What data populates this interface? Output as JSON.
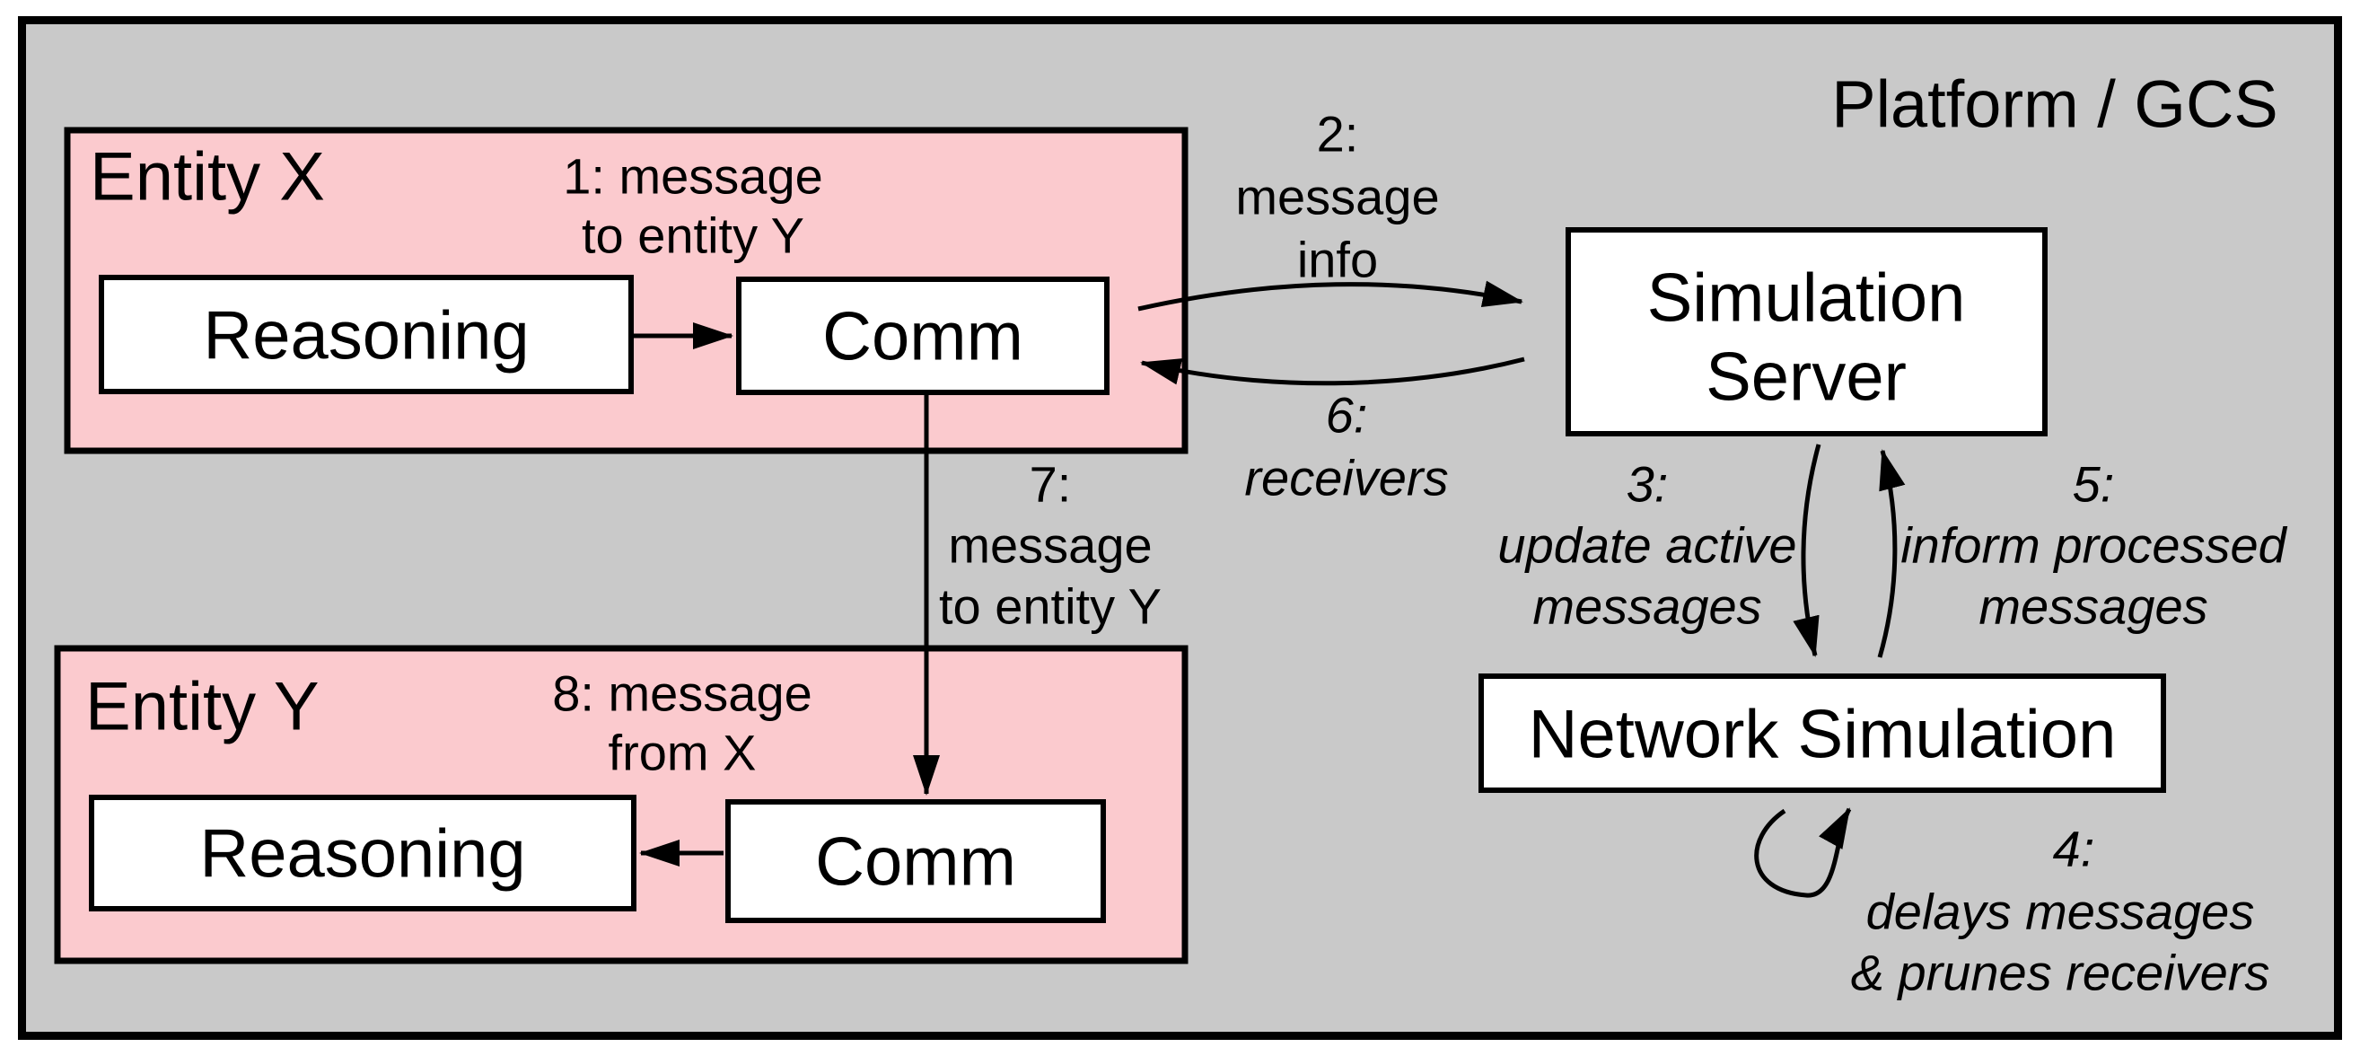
{
  "title": "Platform / GCS",
  "colors": {
    "canvas_background": "#c9c9c9",
    "entity_fill": "#fbcace",
    "node_fill": "#ffffff",
    "line_and_text": "#000000"
  },
  "entities": {
    "x": {
      "label": "Entity X",
      "reasoning": "Reasoning",
      "comm": "Comm"
    },
    "y": {
      "label": "Entity Y",
      "reasoning": "Reasoning",
      "comm": "Comm"
    }
  },
  "nodes": {
    "simulation_server": {
      "line1": "Simulation",
      "line2": "Server"
    },
    "network_simulation": {
      "label": "Network Simulation"
    }
  },
  "steps": {
    "s1": {
      "line1": "1: message",
      "line2": "to entity Y"
    },
    "s2": {
      "line1": "2:",
      "line2": "message",
      "line3": "info"
    },
    "s3": {
      "line1": "3:",
      "line2": "update active",
      "line3": "messages"
    },
    "s4": {
      "line1": "4:",
      "line2": "delays messages",
      "line3": "& prunes receivers"
    },
    "s5": {
      "line1": "5:",
      "line2": "inform processed",
      "line3": "messages"
    },
    "s6": {
      "line1": "6:",
      "line2": "receivers"
    },
    "s7": {
      "line1": "7:",
      "line2": "message",
      "line3": "to entity Y"
    },
    "s8": {
      "line1": "8: message",
      "line2": "from X"
    }
  }
}
